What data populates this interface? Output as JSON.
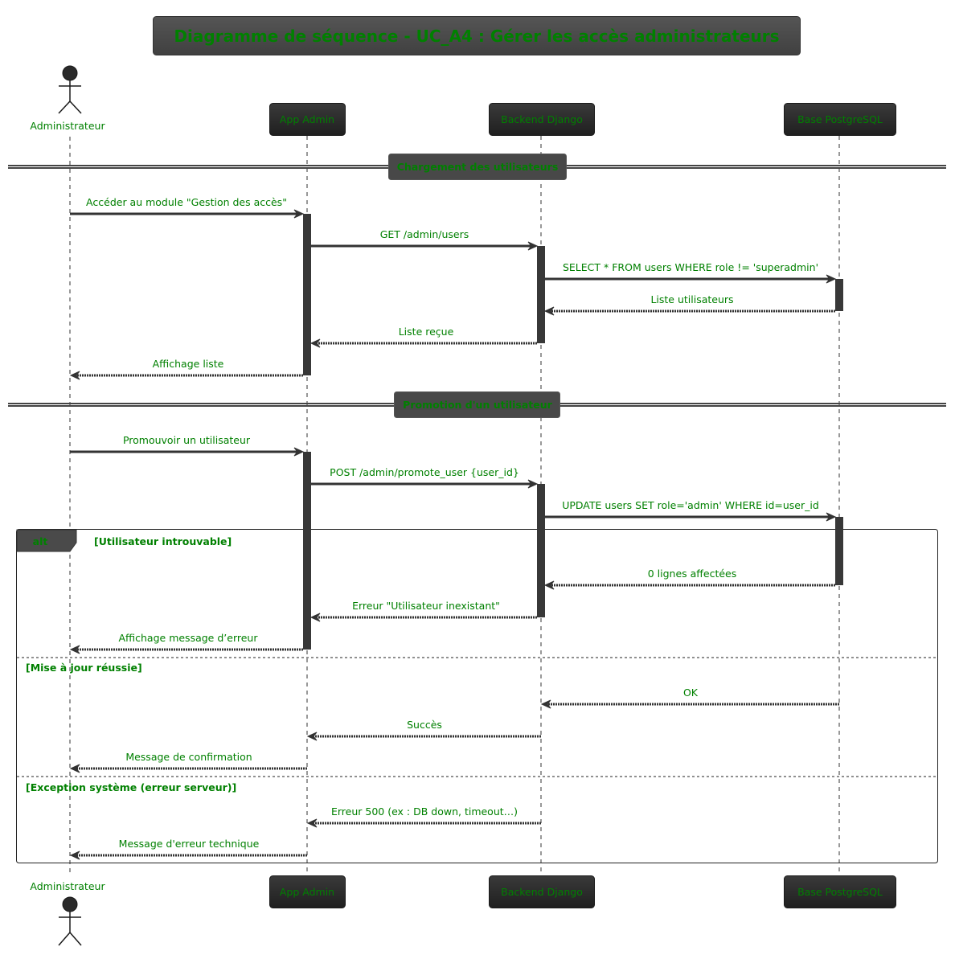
{
  "colors": {
    "text": "#008000",
    "box_fill_top": "#3a3a3a",
    "box_fill_bottom": "#1f1f1f",
    "title_fill": "#4a4a4a",
    "divider_fill": "#484848",
    "line": "#333333",
    "activation": "#383838",
    "background": "#ffffff"
  },
  "title": "Diagramme de séquence - UC_A4 : Gérer les accès administrateurs",
  "participants": [
    {
      "id": "admin",
      "label": "Administrateur",
      "kind": "actor"
    },
    {
      "id": "app",
      "label": "App Admin",
      "kind": "participant"
    },
    {
      "id": "backend",
      "label": "Backend Django",
      "kind": "participant"
    },
    {
      "id": "db",
      "label": "Base PostgreSQL",
      "kind": "participant"
    }
  ],
  "dividers": [
    {
      "label": "Chargement des utilisateurs"
    },
    {
      "label": "Promotion d'un utilisateur"
    }
  ],
  "messages": [
    {
      "from": "admin",
      "to": "app",
      "label": "Accéder au module \"Gestion des accès\"",
      "type": "sync"
    },
    {
      "from": "app",
      "to": "backend",
      "label": "GET /admin/users",
      "type": "sync"
    },
    {
      "from": "backend",
      "to": "db",
      "label": "SELECT * FROM users WHERE role != 'superadmin'",
      "type": "sync"
    },
    {
      "from": "db",
      "to": "backend",
      "label": "Liste utilisateurs",
      "type": "return"
    },
    {
      "from": "backend",
      "to": "app",
      "label": "Liste reçue",
      "type": "return"
    },
    {
      "from": "app",
      "to": "admin",
      "label": "Affichage liste",
      "type": "return"
    },
    {
      "from": "admin",
      "to": "app",
      "label": "Promouvoir un utilisateur",
      "type": "sync"
    },
    {
      "from": "app",
      "to": "backend",
      "label": "POST /admin/promote_user {user_id}",
      "type": "sync"
    },
    {
      "from": "backend",
      "to": "db",
      "label": "UPDATE users SET role='admin' WHERE id=user_id",
      "type": "sync"
    },
    {
      "from": "db",
      "to": "backend",
      "label": "0 lignes affectées",
      "type": "return"
    },
    {
      "from": "backend",
      "to": "app",
      "label": "Erreur \"Utilisateur inexistant\"",
      "type": "return"
    },
    {
      "from": "app",
      "to": "admin",
      "label": "Affichage message d’erreur",
      "type": "return"
    },
    {
      "from": "db",
      "to": "backend",
      "label": "OK",
      "type": "return"
    },
    {
      "from": "backend",
      "to": "app",
      "label": "Succès",
      "type": "return"
    },
    {
      "from": "app",
      "to": "admin",
      "label": "Message de confirmation",
      "type": "return"
    },
    {
      "from": "backend",
      "to": "app",
      "label": "Erreur 500 (ex : DB down, timeout…)",
      "type": "return"
    },
    {
      "from": "app",
      "to": "admin",
      "label": "Message d'erreur technique",
      "type": "return"
    }
  ],
  "alt_frame": {
    "keyword": "alt",
    "guards": [
      "[Utilisateur introuvable]",
      "[Mise à jour réussie]",
      "[Exception système (erreur serveur)]"
    ]
  }
}
